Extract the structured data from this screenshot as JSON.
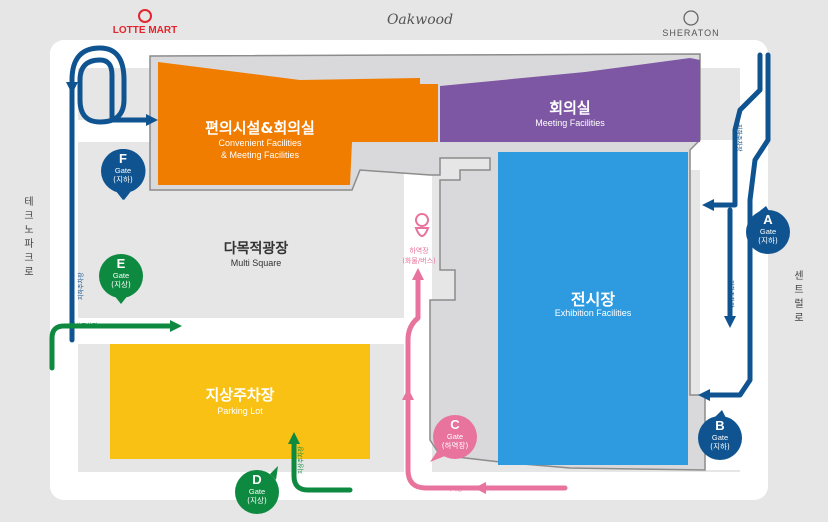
{
  "brands": {
    "lotte": "LOTTE MART",
    "oakwood": "Oakwood",
    "sheraton": "SHERATON"
  },
  "roads": {
    "left": "테크노파크로",
    "right": "센트럴로"
  },
  "areas": {
    "convenient": {
      "ko": "편의시설&회의실",
      "en1": "Convenient Facilities",
      "en2": "& Meeting Facilities",
      "color": "#f07c00"
    },
    "meeting": {
      "ko": "회의실",
      "en": "Meeting Facilities",
      "color": "#7e57a4"
    },
    "exhibition": {
      "ko": "전시장",
      "en": "Exhibition Facilities",
      "color": "#2e9be0"
    },
    "square": {
      "ko": "다목적광장",
      "en": "Multi Square"
    },
    "parking": {
      "ko": "지상주차장",
      "en": "Parking Lot",
      "color": "#f9c113"
    }
  },
  "gates": {
    "A": {
      "letter": "A",
      "gate": "Gate",
      "sub": "(지하)",
      "color": "#0f5491"
    },
    "B": {
      "letter": "B",
      "gate": "Gate",
      "sub": "(지하)",
      "color": "#0f5491"
    },
    "C": {
      "letter": "C",
      "gate": "Gate",
      "sub": "(하역장)",
      "color": "#e8739c"
    },
    "D": {
      "letter": "D",
      "gate": "Gate",
      "sub": "(지상)",
      "color": "#0e8a40"
    },
    "E": {
      "letter": "E",
      "gate": "Gate",
      "sub": "(지상)",
      "color": "#0e8a40"
    },
    "F": {
      "letter": "F",
      "gate": "Gate",
      "sub": "(지하)",
      "color": "#0f5491"
    }
  },
  "loading_dock": {
    "line1": "하역장",
    "line2": "(화물/버스)"
  },
  "route_labels": {
    "underground_parking": "지하주차장",
    "surface_parking": "지상주차장",
    "loading_dock": "하역장"
  }
}
